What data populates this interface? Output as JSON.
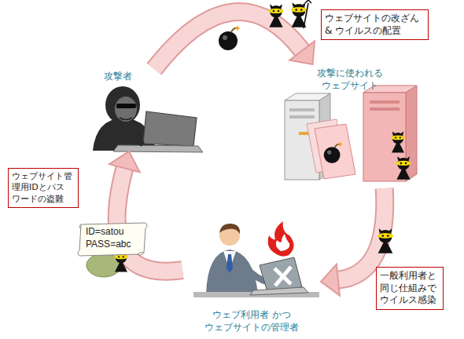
{
  "diagram": {
    "nodes": [
      {
        "text": [
          "攻撃者"
        ]
      },
      {
        "text": [
          "ウェブサイトの改ざん & ウイルスの配置"
        ]
      },
      {
        "text": [
          "攻撃に使われる ウェブサイト"
        ]
      },
      {
        "text": [
          "ウェブサイト管 理用IDとパス ワードの盗難"
        ]
      },
      {
        "text": [
          "ID=satou PASS=abc"
        ]
      },
      {
        "text": [
          "一般利用者と 同じ仕組みで ウイルス感染"
        ]
      },
      {
        "text": [
          "ウェブ利用者 かつ ウェブサイトの管理者"
        ]
      }
    ],
    "edges": [
      {
        "from": 0,
        "to": 2,
        "arrow": "to"
      },
      {
        "from": 2,
        "to": 6,
        "arrow": "to"
      },
      {
        "from": 6,
        "to": 0,
        "arrow": "to"
      }
    ]
  }
}
